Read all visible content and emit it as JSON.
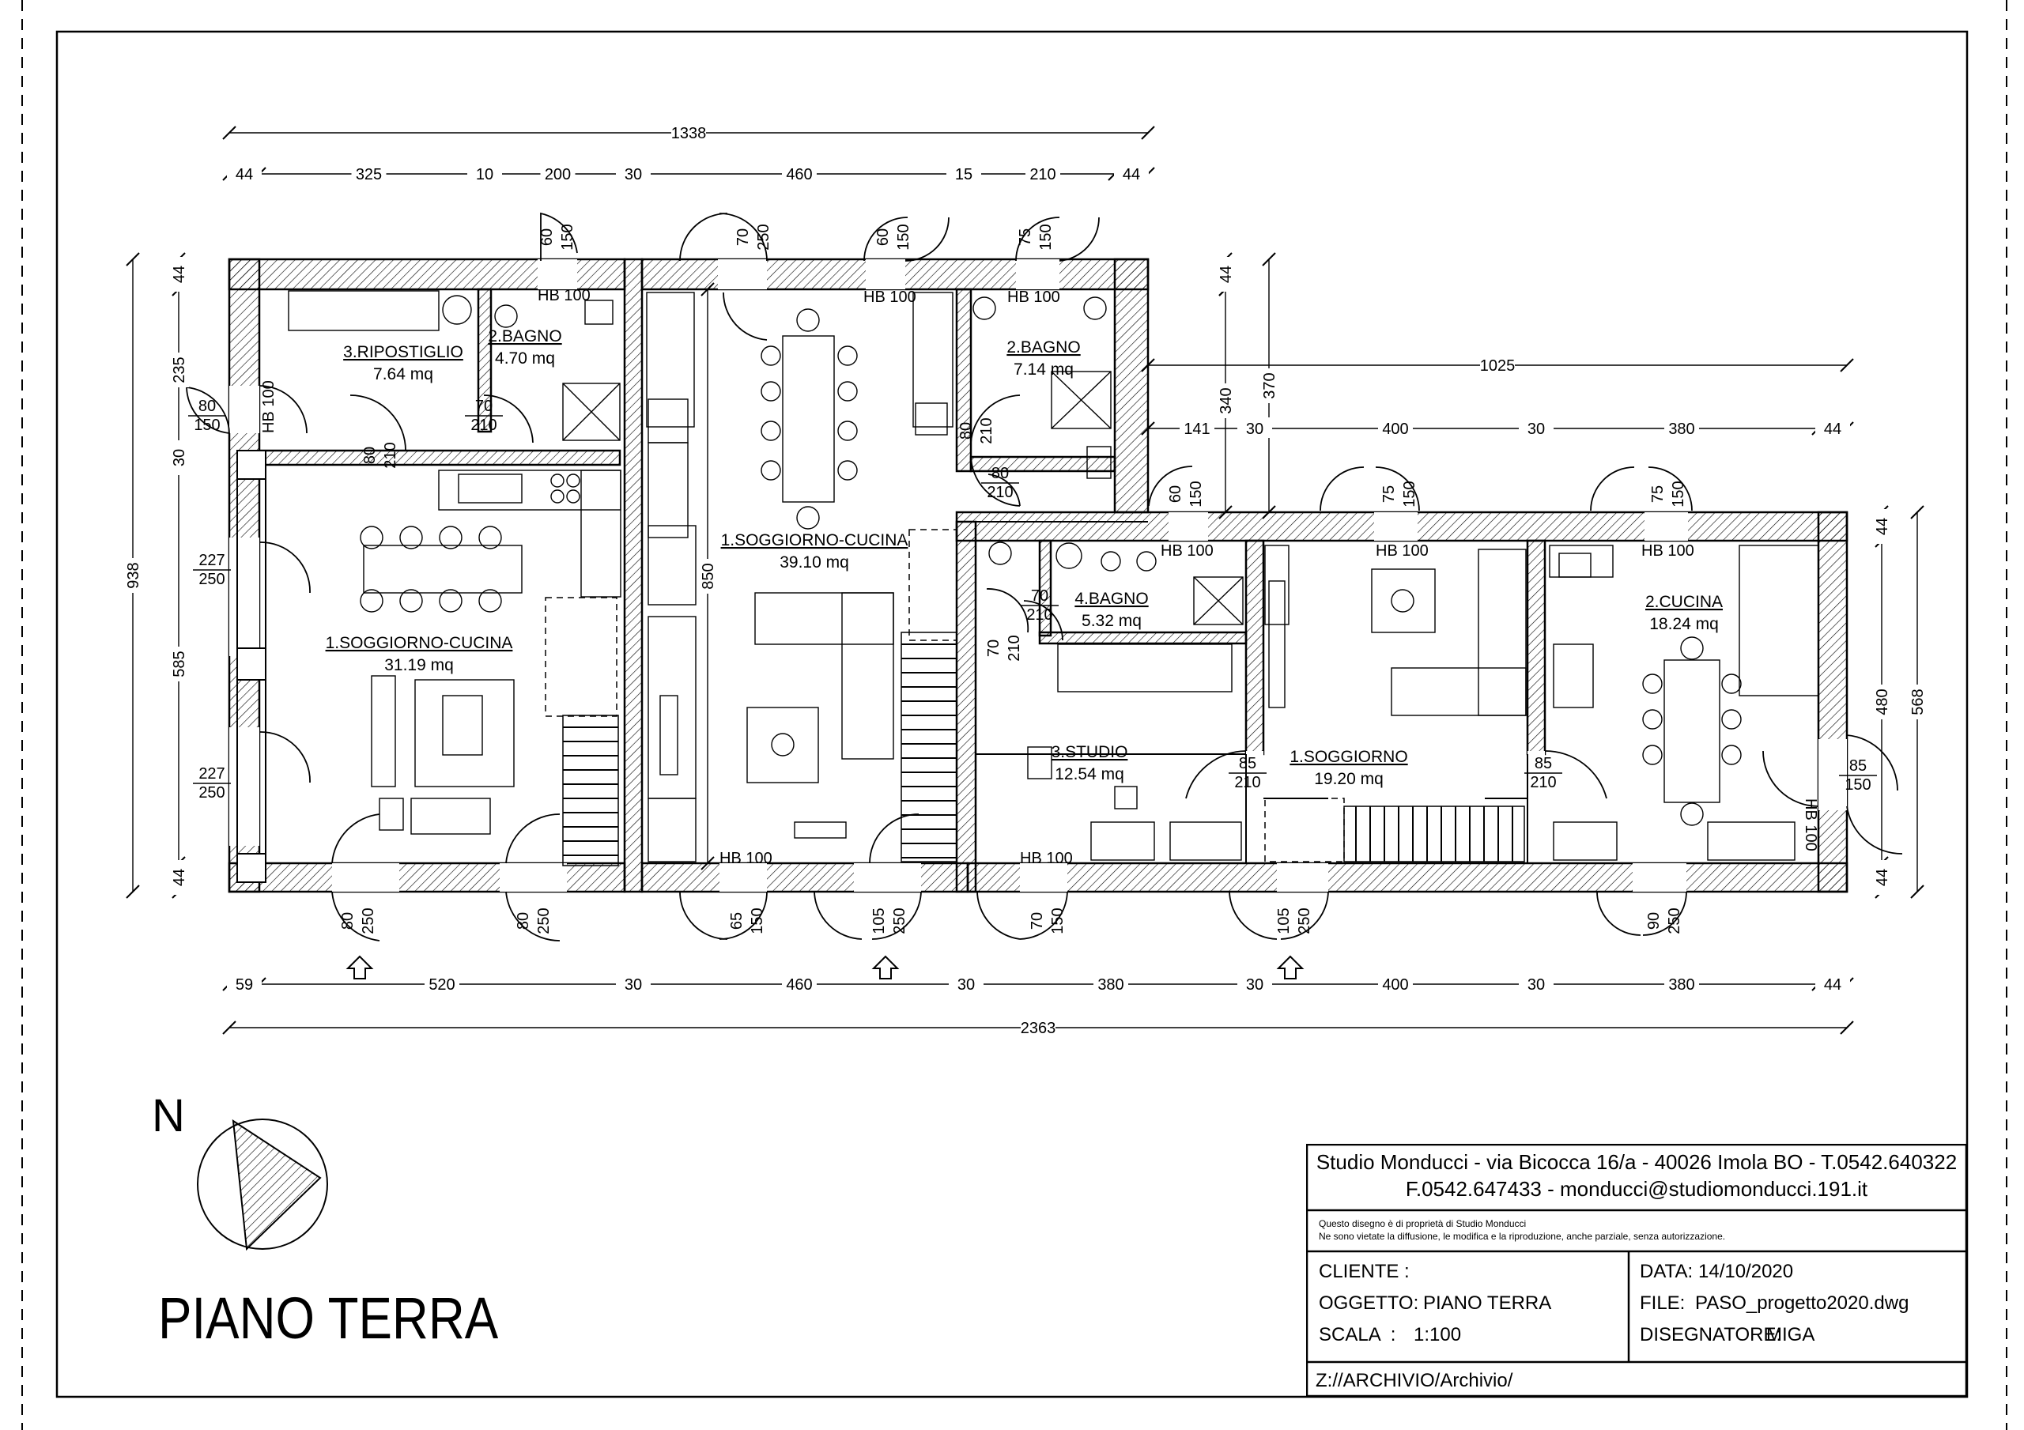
{
  "drawing": {
    "title": "PIANO TERRA",
    "north_label": "N"
  },
  "rooms": [
    {
      "name": "3.RIPOSTIGLIO",
      "area": "7.64 mq"
    },
    {
      "name": "2.BAGNO",
      "area": "4.70 mq"
    },
    {
      "name": "1.SOGGIORNO-CUCINA",
      "area": "31.19 mq"
    },
    {
      "name": "1.SOGGIORNO-CUCINA",
      "area": "39.10 mq"
    },
    {
      "name": "2.BAGNO",
      "area": "7.14 mq"
    },
    {
      "name": "4.BAGNO",
      "area": "5.32 mq"
    },
    {
      "name": "3.STUDIO",
      "area": "12.54 mq"
    },
    {
      "name": "1.SOGGIORNO",
      "area": "19.20 mq"
    },
    {
      "name": "2.CUCINA",
      "area": "18.24 mq"
    }
  ],
  "dimensions": {
    "top_total": "1338",
    "top_chain": [
      "44",
      "325",
      "10",
      "200",
      "30",
      "460",
      "15",
      "210",
      "44"
    ],
    "right_wing_total": "1025",
    "right_wing_chain": [
      "141",
      "30",
      "400",
      "30",
      "380",
      "44"
    ],
    "bottom_total": "2363",
    "bottom_chain": [
      "59",
      "520",
      "30",
      "460",
      "30",
      "380",
      "30",
      "400",
      "30",
      "380",
      "44"
    ],
    "left_total": "938",
    "left_chain": [
      "44",
      "235",
      "30",
      "585",
      "44"
    ],
    "right_total": "568",
    "right_chain": [
      "44",
      "480",
      "44"
    ],
    "mid_vertical": [
      "340",
      "370",
      "44"
    ],
    "stair_wall": "850"
  },
  "openings": [
    {
      "w": "60",
      "h": "150"
    },
    {
      "w": "70",
      "h": "250"
    },
    {
      "w": "60",
      "h": "150"
    },
    {
      "w": "75",
      "h": "150"
    },
    {
      "w": "80",
      "h": "150"
    },
    {
      "w": "70",
      "h": "210"
    },
    {
      "w": "80",
      "h": "210"
    },
    {
      "w": "80",
      "h": "210"
    },
    {
      "w": "80",
      "h": "210"
    },
    {
      "w": "227",
      "h": "250"
    },
    {
      "w": "227",
      "h": "250"
    },
    {
      "w": "60",
      "h": "150"
    },
    {
      "w": "75",
      "h": "150"
    },
    {
      "w": "75",
      "h": "150"
    },
    {
      "w": "70",
      "h": "210"
    },
    {
      "w": "70",
      "h": "210"
    },
    {
      "w": "85",
      "h": "210"
    },
    {
      "w": "85",
      "h": "210"
    },
    {
      "w": "85",
      "h": "150"
    },
    {
      "w": "80",
      "h": "250"
    },
    {
      "w": "80",
      "h": "250"
    },
    {
      "w": "65",
      "h": "150"
    },
    {
      "w": "105",
      "h": "250"
    },
    {
      "w": "70",
      "h": "150"
    },
    {
      "w": "105",
      "h": "250"
    },
    {
      "w": "90",
      "h": "250"
    }
  ],
  "hb_label": "HB 100",
  "title_block": {
    "studio_line1": "Studio Monducci - via Bicocca 16/a - 40026 Imola BO - T.0542.640322",
    "studio_line2": "F.0542.647433 - monducci@studiomonducci.191.it",
    "notice_line1": "Questo disegno è di proprietà di Studio Monducci",
    "notice_line2": "Ne sono vietate la diffusione, le modifica e la riproduzione, anche parziale, senza autorizzazione.",
    "cliente_label": "CLIENTE :",
    "cliente_value": "",
    "oggetto_label": "OGGETTO:",
    "oggetto_value": "PIANO TERRA",
    "scala_label": "SCALA  :",
    "scala_value": "1:100",
    "data_label": "DATA:",
    "data_value": "14/10/2020",
    "file_label": "FILE:",
    "file_value": "PASO_progetto2020.dwg",
    "disegnatore_label": "DISEGNATORE:",
    "disegnatore_value": "MIGA",
    "path": "Z://ARCHIVIO/Archivio/"
  }
}
